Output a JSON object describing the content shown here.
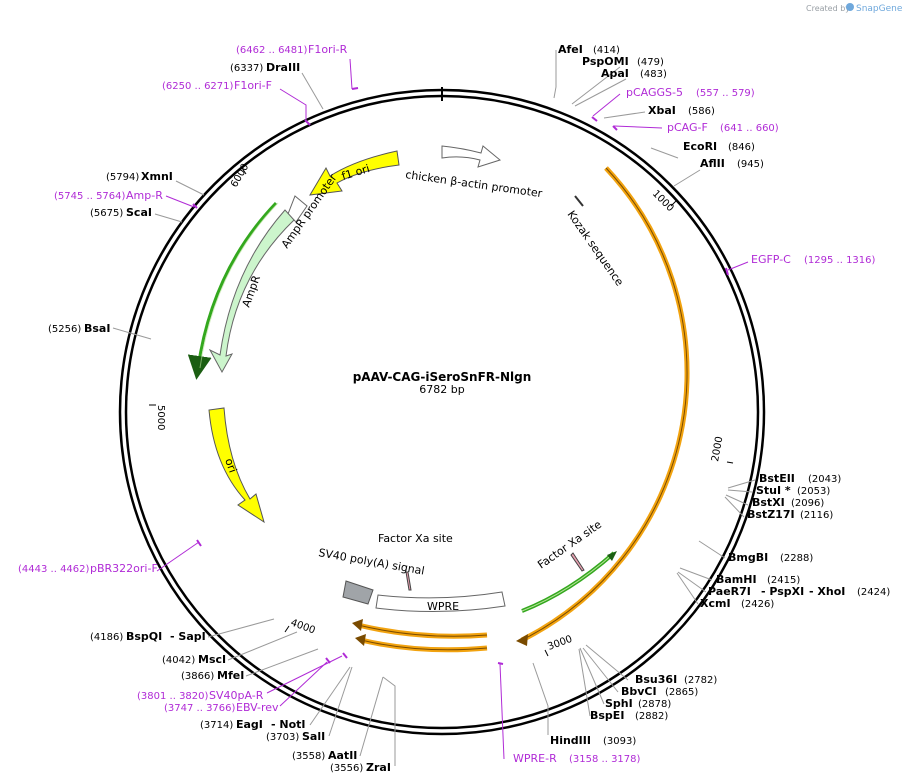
{
  "watermark": {
    "prefix": "Created by",
    "brand": "SnapGene"
  },
  "plasmid": {
    "name": "pAAV-CAG-iSeroSnFR-Nlgn",
    "size": "6782 bp",
    "length": 6782
  },
  "ticks": [
    "1000",
    "2000",
    "3000",
    "4000",
    "5000",
    "6000"
  ],
  "features": {
    "chicken_actin_promoter": "chicken β-actin promoter",
    "kozak": "Kozak sequence",
    "f1_ori": "f1 ori",
    "ampr_promoter": "AmpR promoter",
    "ampr": "AmpR",
    "ori": "ori",
    "factor_xa_top": "Factor Xa site",
    "factor_xa_right": "Factor Xa site",
    "sv40": "SV40 poly(A) signal",
    "wpre": "WPRE"
  },
  "enzymes_right": [
    {
      "name": "AfeI",
      "pos": "(414)"
    },
    {
      "name": "PspOMI",
      "pos": "(479)"
    },
    {
      "name": "ApaI",
      "pos": "(483)"
    },
    {
      "name": "XbaI",
      "pos": "(586)"
    },
    {
      "name": "EcoRI",
      "pos": "(846)"
    },
    {
      "name": "AflII",
      "pos": "(945)"
    },
    {
      "name": "BstEII",
      "pos": "(2043)"
    },
    {
      "name": "StuI *",
      "pos": "(2053)"
    },
    {
      "name": "BstXI",
      "pos": "(2096)"
    },
    {
      "name": "BstZ17I",
      "pos": "(2116)"
    },
    {
      "name": "BmgBI",
      "pos": "(2288)"
    },
    {
      "name": "BamHI",
      "pos": "(2415)"
    },
    {
      "name": "PaeR7I",
      "pos": ""
    },
    {
      "name": "- PspXI",
      "pos": ""
    },
    {
      "name": "- XhoI",
      "pos": "(2424)"
    },
    {
      "name": "XcmI",
      "pos": "(2426)"
    },
    {
      "name": "Bsu36I",
      "pos": "(2782)"
    },
    {
      "name": "BbvCI",
      "pos": "(2865)"
    },
    {
      "name": "SphI",
      "pos": "(2878)"
    },
    {
      "name": "BspEI",
      "pos": "(2882)"
    },
    {
      "name": "HindIII",
      "pos": "(3093)"
    }
  ],
  "enzymes_left": [
    {
      "name": "DraIII",
      "pos": "(6337)"
    },
    {
      "name": "XmnI",
      "pos": "(5794)"
    },
    {
      "name": "ScaI",
      "pos": "(5675)"
    },
    {
      "name": "BsaI",
      "pos": "(5256)"
    },
    {
      "name": "BspQI",
      "pos": "(4186)"
    },
    {
      "name": "- SapI",
      "pos": ""
    },
    {
      "name": "MscI",
      "pos": "(4042)"
    },
    {
      "name": "MfeI",
      "pos": "(3866)"
    },
    {
      "name": "EagI",
      "pos": "(3714)"
    },
    {
      "name": "- NotI",
      "pos": ""
    },
    {
      "name": "SalI",
      "pos": "(3703)"
    },
    {
      "name": "AatII",
      "pos": "(3558)"
    },
    {
      "name": "ZraI",
      "pos": "(3556)"
    }
  ],
  "primers": [
    {
      "name": "F1ori-R",
      "range": "(6462 .. 6481)"
    },
    {
      "name": "F1ori-F",
      "range": "(6250 .. 6271)"
    },
    {
      "name": "Amp-R",
      "range": "(5745 .. 5764)"
    },
    {
      "name": "pCAGGS-5",
      "range": "(557 .. 579)"
    },
    {
      "name": "pCAG-F",
      "range": "(641 .. 660)"
    },
    {
      "name": "EGFP-C",
      "range": "(1295 .. 1316)"
    },
    {
      "name": "pBR322ori-F",
      "range": "(4443 .. 4462)"
    },
    {
      "name": "SV40pA-R",
      "range": "(3801 .. 3820)"
    },
    {
      "name": "EBV-rev",
      "range": "(3747 .. 3766)"
    },
    {
      "name": "WPRE-R",
      "range": "(3158 .. 3178)"
    }
  ],
  "colors": {
    "primer": "#b02bd6",
    "ori_yellow": "#ffff00",
    "ampr_green": "#ccf5cc",
    "orange": "#f2a30f",
    "green_arc": "#33a81e",
    "gray_feature": "#a0a4a8"
  }
}
